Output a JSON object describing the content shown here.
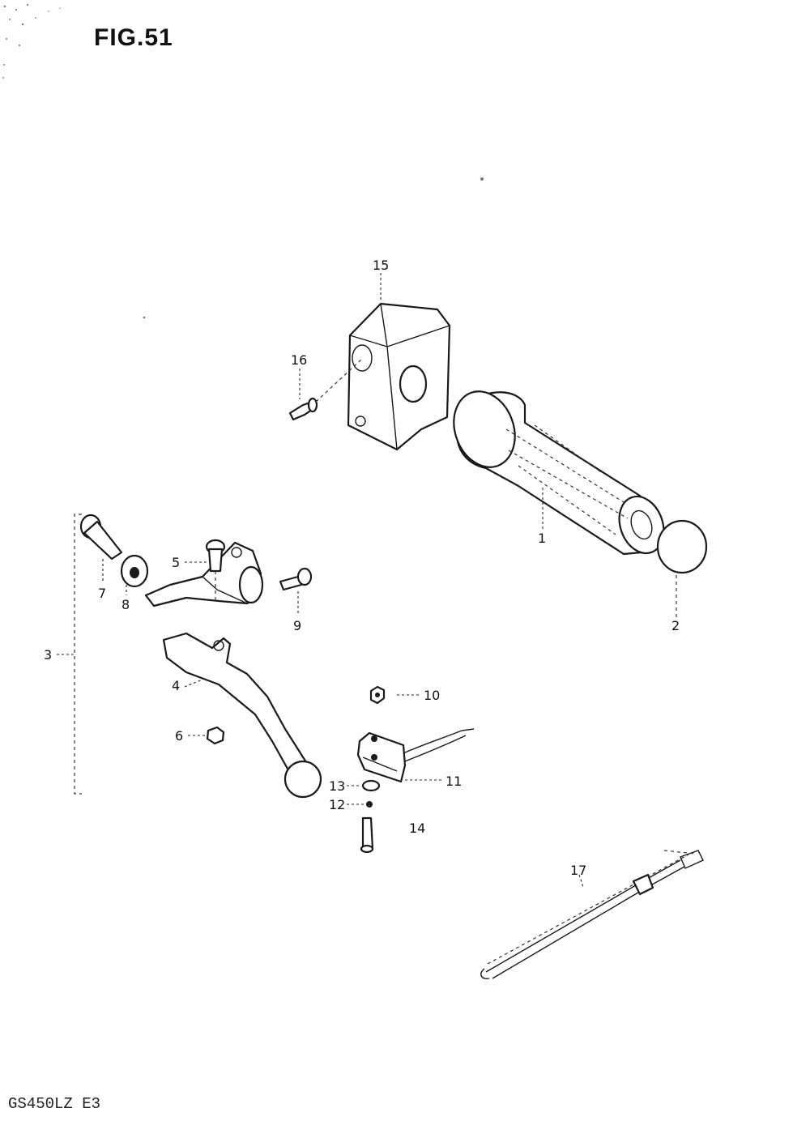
{
  "figure": {
    "title": "FIG.51",
    "model_code": "GS450LZ E3"
  },
  "callouts": [
    "1",
    "2",
    "3",
    "4",
    "5",
    "6",
    "7",
    "8",
    "9",
    "10",
    "11",
    "12",
    "13",
    "14",
    "15",
    "16",
    "17"
  ]
}
